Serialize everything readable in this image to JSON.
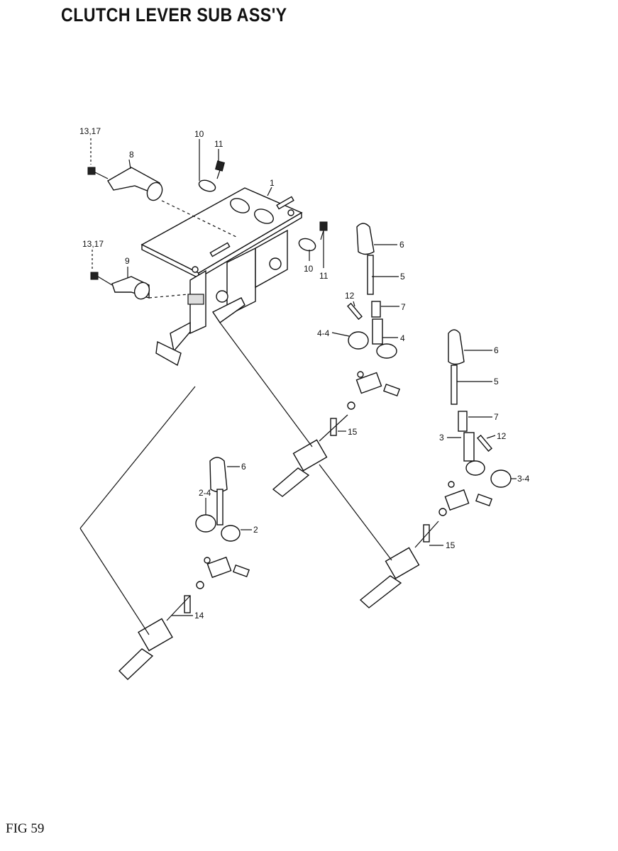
{
  "header": {
    "title": "CLUTCH LEVER SUB ASS'Y"
  },
  "footer": {
    "figure": "FIG 59"
  },
  "callouts": {
    "c1": "1",
    "c2": "2",
    "c2_4": "2-4",
    "c3": "3",
    "c3_4": "3-4",
    "c4": "4",
    "c4_4": "4-4",
    "c5_a": "5",
    "c5_b": "5",
    "c6_a": "6",
    "c6_b": "6",
    "c6_c": "6",
    "c7_a": "7",
    "c7_b": "7",
    "c8": "8",
    "c9": "9",
    "c10_a": "10",
    "c10_b": "10",
    "c11_a": "11",
    "c11_b": "11",
    "c12_a": "12",
    "c12_b": "12",
    "c13_17_a": "13,17",
    "c13_17_b": "13,17",
    "c14": "14",
    "c15_a": "15",
    "c15_b": "15"
  }
}
